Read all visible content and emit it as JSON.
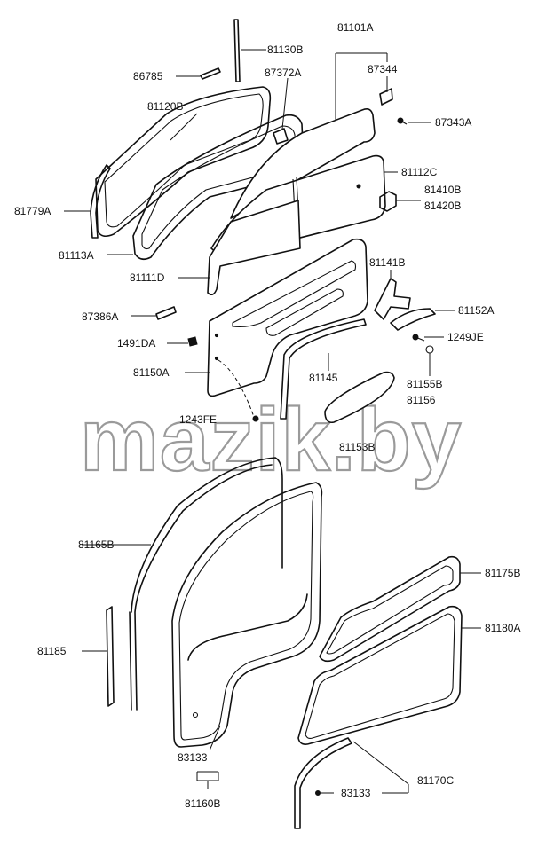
{
  "diagram": {
    "watermark": "mazik.by",
    "part_labels": [
      {
        "id": "p81130b",
        "text": "81130B"
      },
      {
        "id": "p81101a",
        "text": "81101A"
      },
      {
        "id": "p86785",
        "text": "86785"
      },
      {
        "id": "p87372a",
        "text": "87372A"
      },
      {
        "id": "p87344",
        "text": "87344"
      },
      {
        "id": "p81120b",
        "text": "81120B"
      },
      {
        "id": "p87343a",
        "text": "87343A"
      },
      {
        "id": "p81112c",
        "text": "81112C"
      },
      {
        "id": "p81410b",
        "text": "81410B"
      },
      {
        "id": "p81420b",
        "text": "81420B"
      },
      {
        "id": "p81779a",
        "text": "81779A"
      },
      {
        "id": "p81113a",
        "text": "81113A"
      },
      {
        "id": "p81141b",
        "text": "81141B"
      },
      {
        "id": "p81111d",
        "text": "81111D"
      },
      {
        "id": "p81152a",
        "text": "81152A"
      },
      {
        "id": "p87386a",
        "text": "87386A"
      },
      {
        "id": "p1491da",
        "text": "1491DA"
      },
      {
        "id": "p1249je",
        "text": "1249JE"
      },
      {
        "id": "p81150a",
        "text": "81150A"
      },
      {
        "id": "p81145",
        "text": "81145"
      },
      {
        "id": "p81155b",
        "text": "81155B"
      },
      {
        "id": "p81156",
        "text": "81156"
      },
      {
        "id": "p1243fe",
        "text": "1243FE"
      },
      {
        "id": "p81153b",
        "text": "81153B"
      },
      {
        "id": "p81165b",
        "text": "81165B"
      },
      {
        "id": "p81175b",
        "text": "81175B"
      },
      {
        "id": "p81180a",
        "text": "81180A"
      },
      {
        "id": "p81185",
        "text": "81185"
      },
      {
        "id": "p83133a",
        "text": "83133"
      },
      {
        "id": "p81160b",
        "text": "81160B"
      },
      {
        "id": "p83133b",
        "text": "83133"
      },
      {
        "id": "p81170c",
        "text": "81170C"
      }
    ]
  }
}
